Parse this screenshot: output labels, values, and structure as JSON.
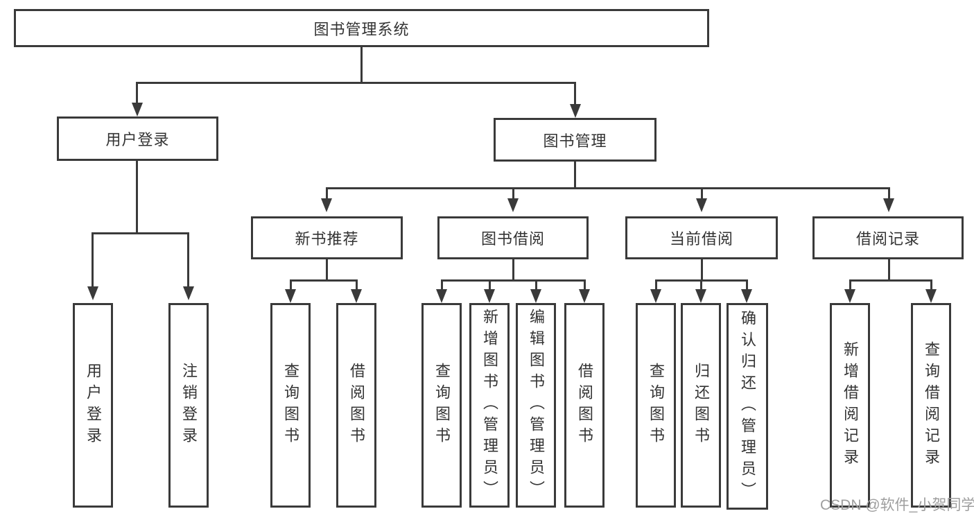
{
  "colors": {
    "line": "#3a3a3a",
    "text": "#333333",
    "watermark": "#9e9e9e",
    "background": "#ffffff"
  },
  "diagram": {
    "root": {
      "label": "图书管理系统",
      "children": [
        {
          "label": "用户登录",
          "children": [
            {
              "label": "用户登录"
            },
            {
              "label": "注销登录"
            }
          ]
        },
        {
          "label": "图书管理",
          "children": [
            {
              "label": "新书推荐",
              "children": [
                {
                  "label": "查询图书"
                },
                {
                  "label": "借阅图书"
                }
              ]
            },
            {
              "label": "图书借阅",
              "children": [
                {
                  "label": "查询图书"
                },
                {
                  "label": "新增图书（管理员）"
                },
                {
                  "label": "编辑图书（管理员）"
                },
                {
                  "label": "借阅图书"
                }
              ]
            },
            {
              "label": "当前借阅",
              "children": [
                {
                  "label": "查询图书"
                },
                {
                  "label": "归还图书"
                },
                {
                  "label": "确认归还（管理员）"
                }
              ]
            },
            {
              "label": "借阅记录",
              "children": [
                {
                  "label": "新增借阅记录"
                },
                {
                  "label": "查询借阅记录"
                }
              ]
            }
          ]
        }
      ]
    }
  },
  "watermark": {
    "text": "CSDN @软件_小贺同学"
  }
}
